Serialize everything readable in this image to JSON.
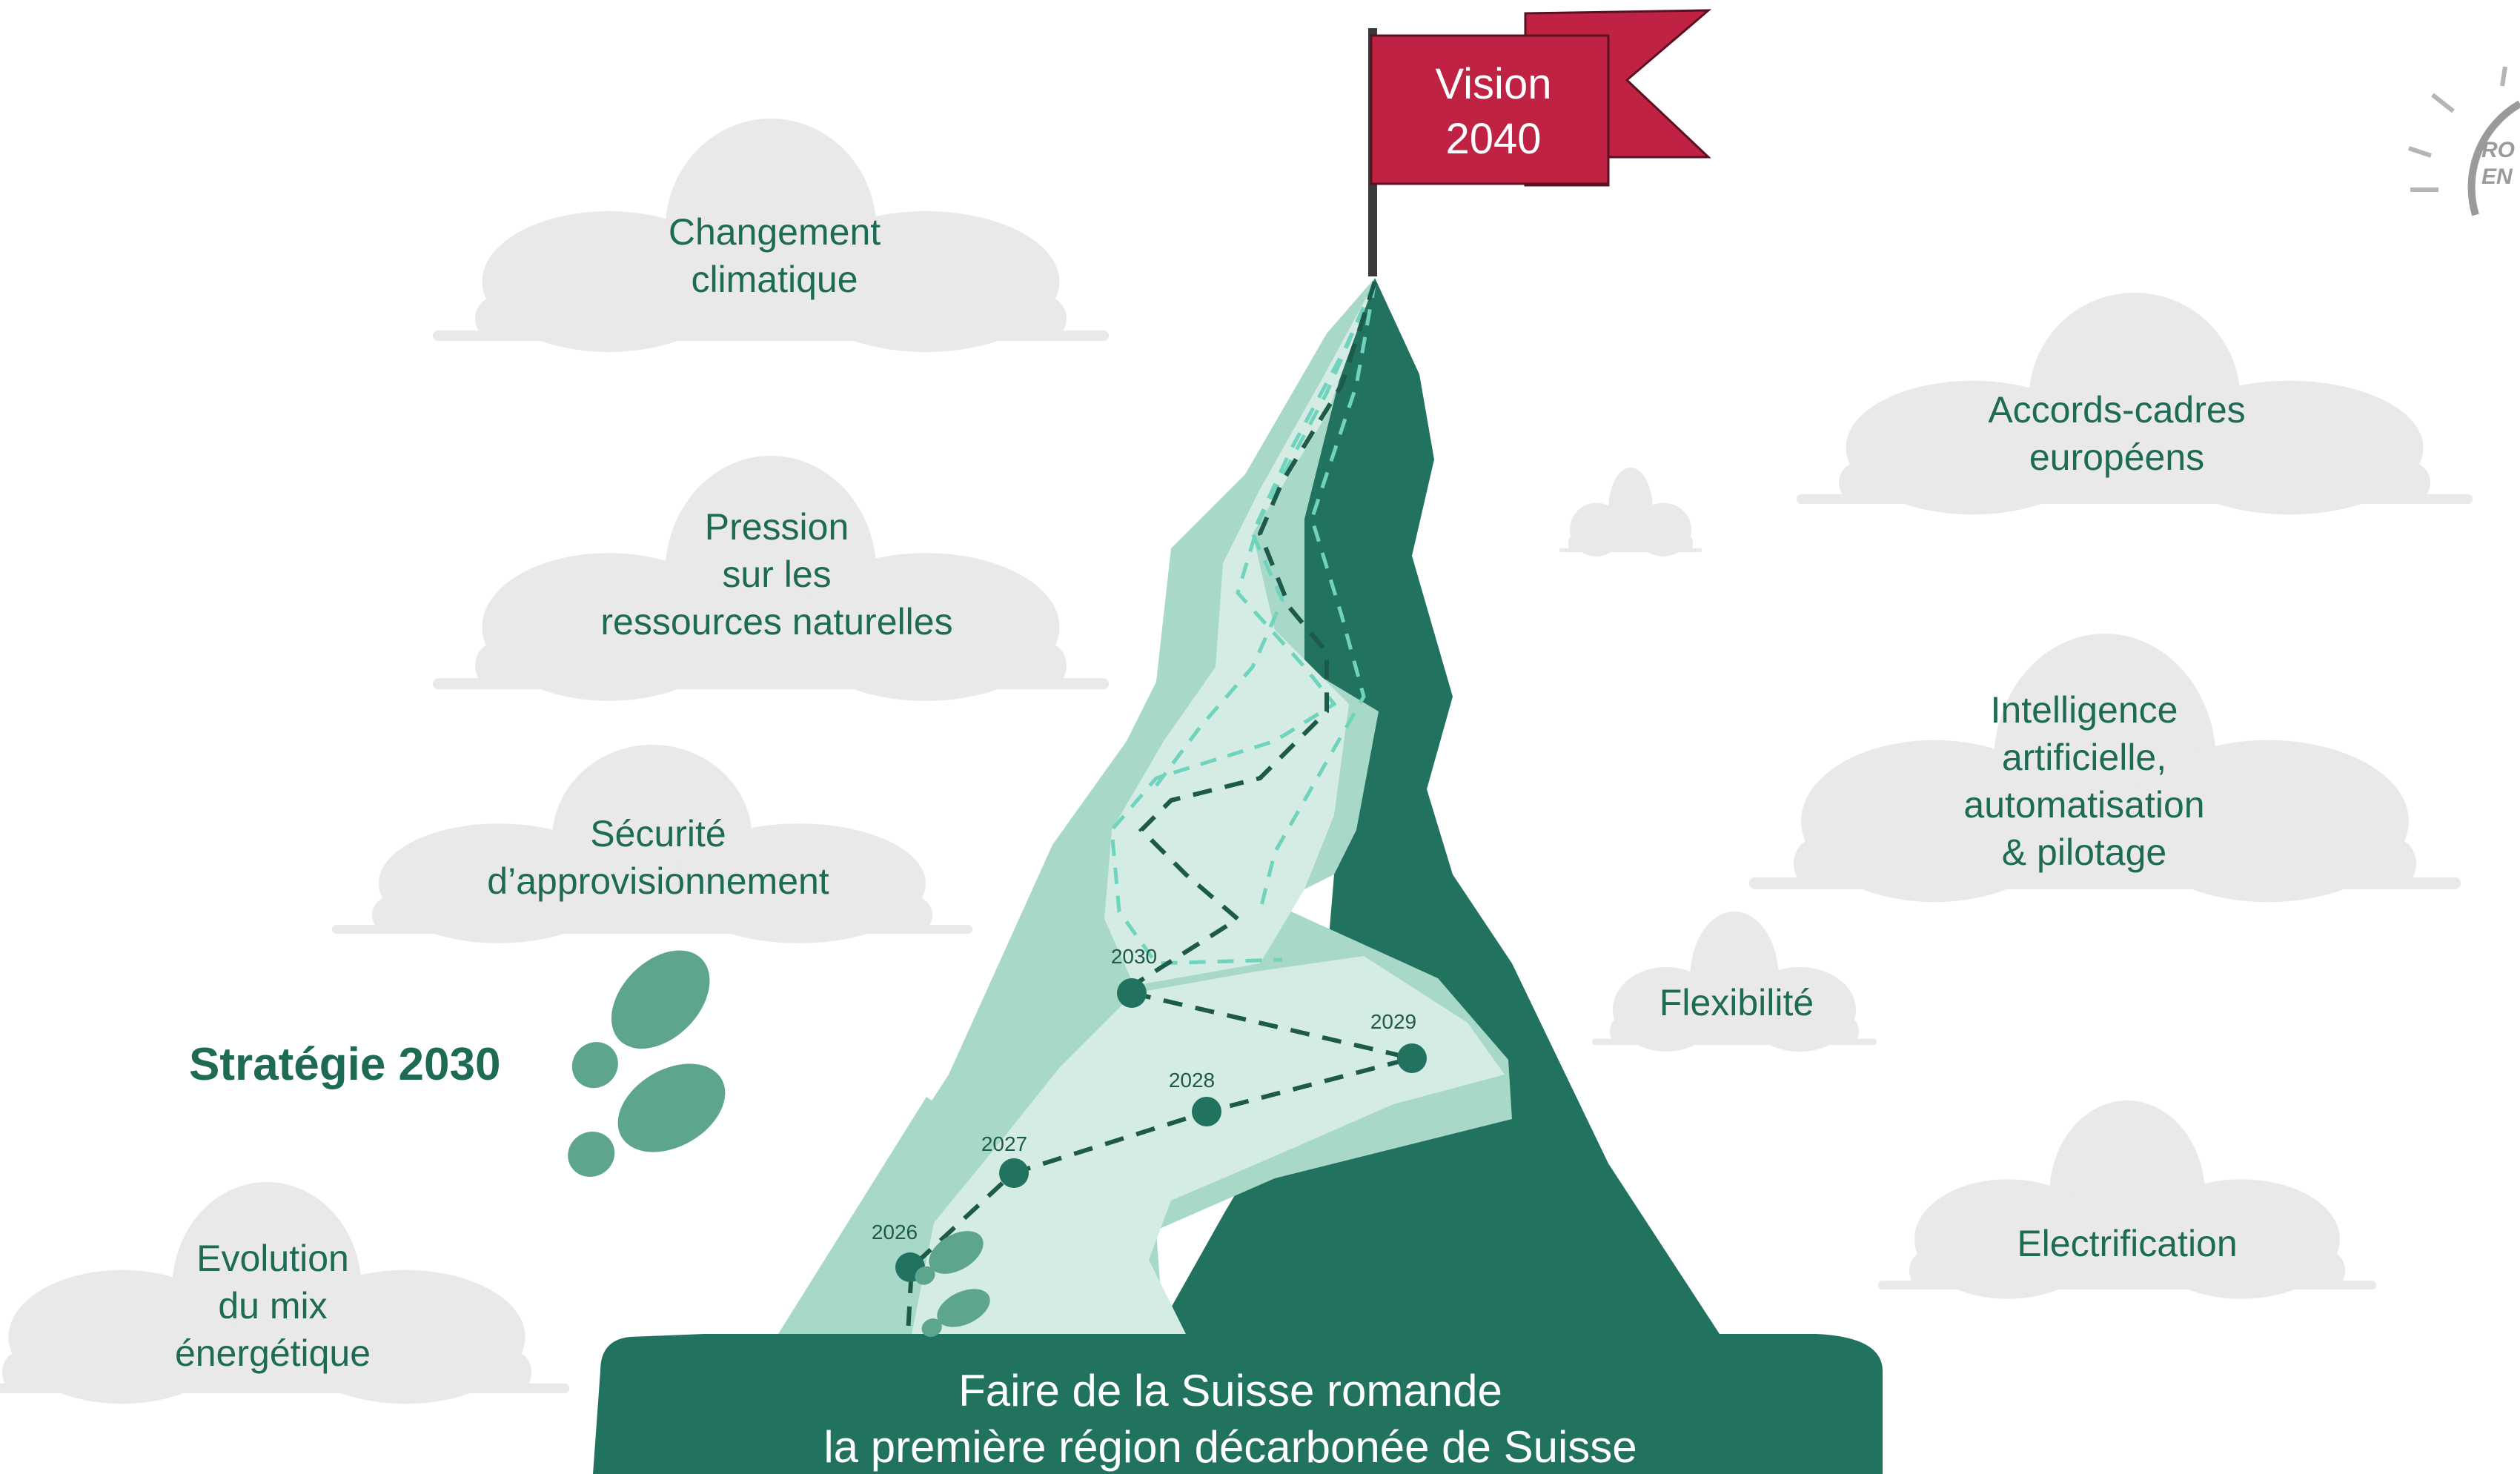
{
  "summit": {
    "vision_line1": "Vision",
    "vision_line2": "2040"
  },
  "strategy_label": "Stratégie 2030",
  "base": {
    "line1": "Faire de la Suisse romande",
    "line2": "la première région décarbonée de Suisse"
  },
  "clouds_left": [
    {
      "lines": [
        "Changement",
        "climatique"
      ]
    },
    {
      "lines": [
        "Pression",
        "sur les",
        "ressources naturelles"
      ]
    },
    {
      "lines": [
        "Sécurité",
        "d’approvisionnement"
      ]
    },
    {
      "lines": [
        "Evolution",
        "du mix",
        "énergétique"
      ]
    }
  ],
  "clouds_right": [
    {
      "lines": [
        "Accords-cadres",
        "européens"
      ]
    },
    {
      "lines": [
        "Intelligence",
        "artificielle,",
        "automatisation",
        "& pilotage"
      ]
    },
    {
      "lines": [
        "Flexibilité"
      ]
    },
    {
      "lines": [
        "Electrification"
      ]
    }
  ],
  "milestones": [
    {
      "year": "2026"
    },
    {
      "year": "2027"
    },
    {
      "year": "2028"
    },
    {
      "year": "2029"
    },
    {
      "year": "2030"
    }
  ],
  "logo_text": {
    "line1": "RO",
    "line2": "EN"
  },
  "colors": {
    "text_green": "#1d6b55",
    "mountain_dark": "#21725f",
    "mountain_mid": "#a8d8c8",
    "mountain_light": "#d4ece3",
    "path_dark": "#1d5a4a",
    "path_light": "#6fd3bd",
    "flag": "#c02244",
    "cloud": "#e9e9e9",
    "footprint": "#5ea58e",
    "base_band": "#21725f"
  }
}
